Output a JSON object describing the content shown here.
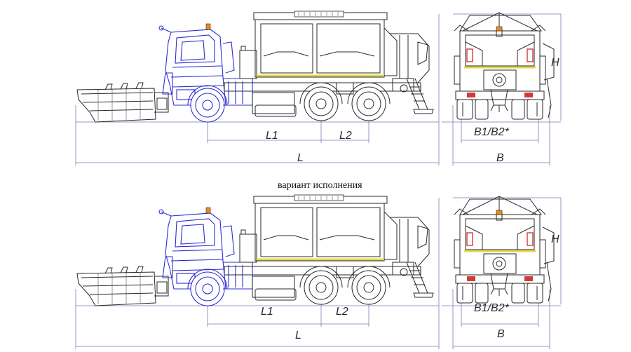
{
  "caption": "вариант исполнения",
  "dimensions": {
    "l1": "L1",
    "l2": "L2",
    "l": "L",
    "h": "H",
    "b1b2": "B1/B2*",
    "b": "B"
  },
  "colors": {
    "cab_outline": "#2b2bd6",
    "body_outline": "#2a2a2a",
    "amber_strip": "#e6d84a",
    "beacon": "#f08a1c",
    "tail_red": "#d23a3a"
  }
}
